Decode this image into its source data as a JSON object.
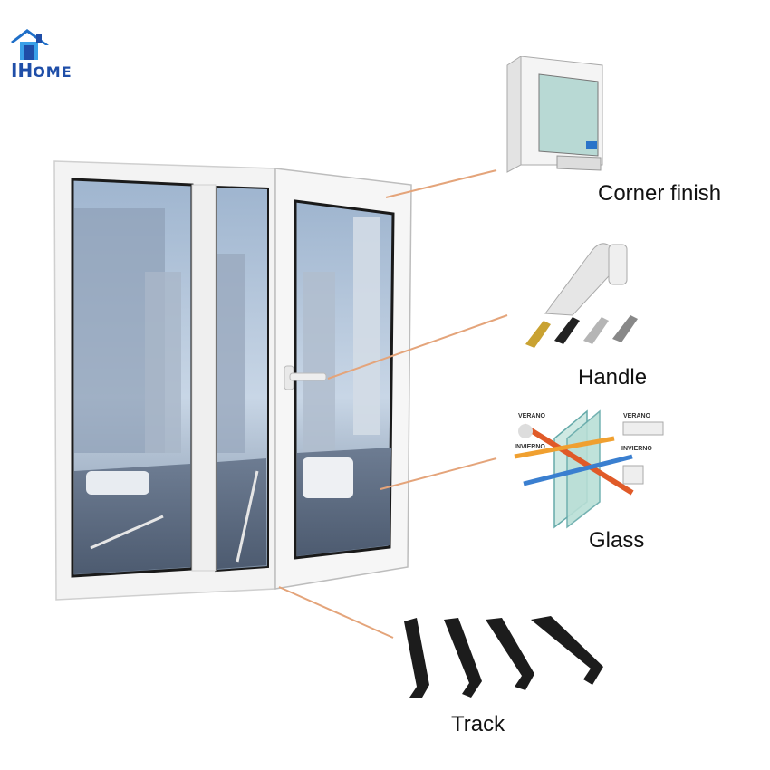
{
  "brand": {
    "logo_letter": "I",
    "logo_word_big": "H",
    "logo_word_small": "OME",
    "color": "#1f4ea8",
    "icon": "house-icon"
  },
  "callouts": [
    {
      "label": "Corner finish",
      "icon": "window-corner-profile-icon"
    },
    {
      "label": "Handle",
      "icon": "window-handle-icon"
    },
    {
      "label": "Glass",
      "icon": "insulated-glass-diagram-icon"
    },
    {
      "label": "Track",
      "icon": "rubber-seal-strip-icon"
    }
  ],
  "glass_diagram": {
    "labels": [
      "VERANO",
      "VERANO",
      "INVIERNO",
      "INVIERNO"
    ]
  },
  "colors": {
    "leader_line": "#e4a47a",
    "frame": "#eeeeee",
    "sky": "#c8d6e6"
  }
}
